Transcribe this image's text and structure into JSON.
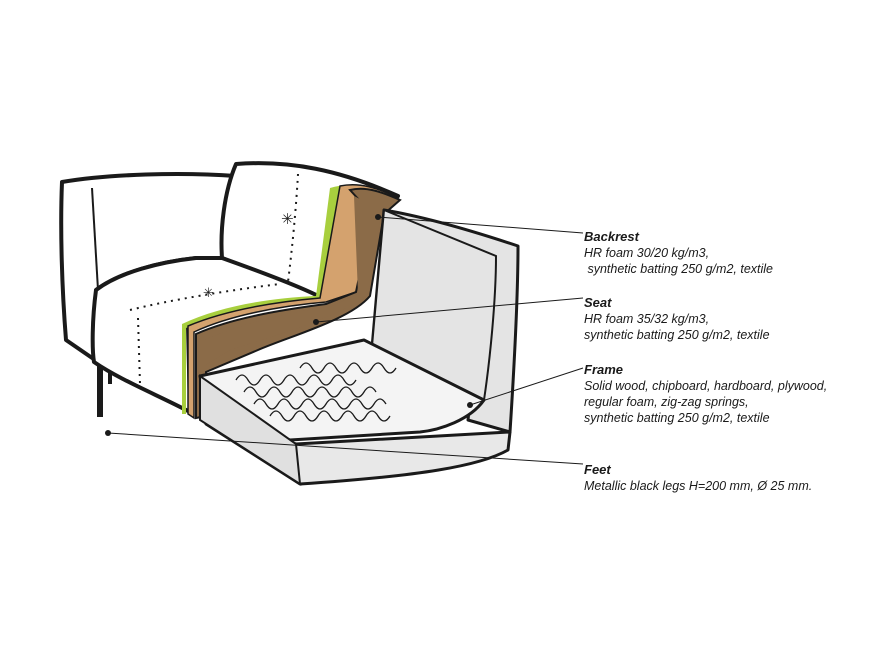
{
  "callouts": {
    "backrest": {
      "title": "Backrest",
      "lines": [
        "HR foam 30/20 kg/m3,",
        " synthetic batting 250 g/m2, textile"
      ]
    },
    "seat": {
      "title": "Seat",
      "lines": [
        "HR foam 35/32 kg/m3,",
        "synthetic batting 250 g/m2, textile"
      ]
    },
    "frame": {
      "title": "Frame",
      "lines": [
        "Solid wood, chipboard, hardboard, plywood,",
        "regular foam, zig-zag springs,",
        "synthetic batting 250 g/m2, textile"
      ]
    },
    "feet": {
      "title": "Feet",
      "lines": [
        "Metallic black legs H=200 mm, Ø 25 mm."
      ]
    }
  },
  "colors": {
    "foam": "#8b6b48",
    "batting_seat": "#d4a26e",
    "green_layer": "#a8cf3e",
    "frame_grey": "#e4e4e4",
    "outline": "#1a1a1a"
  }
}
